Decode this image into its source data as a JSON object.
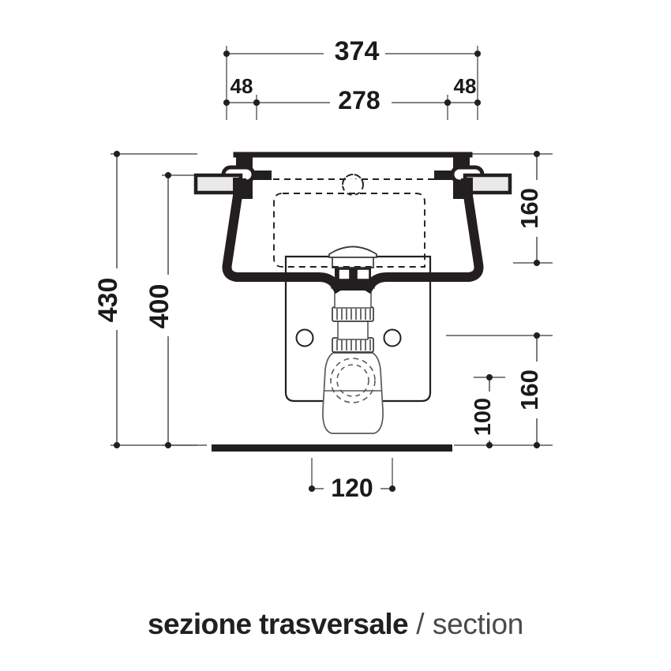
{
  "drawing": {
    "type": "technical-section-drawing",
    "subject": "washbasin cross section with waste trap",
    "units": "mm",
    "line_color": "#231f20",
    "thin_line_color": "#58595b",
    "fill_color": "#ffffff",
    "tab_fill_color": "#e6e6e6",
    "caption": {
      "italian": "sezione trasversale",
      "separator": "/",
      "english": "section"
    },
    "dimensions": {
      "top": [
        {
          "name": "overall-width",
          "value": "374",
          "orientation": "horizontal"
        },
        {
          "name": "left-offset",
          "value": "48",
          "orientation": "horizontal"
        },
        {
          "name": "inner-width",
          "value": "278",
          "orientation": "horizontal"
        },
        {
          "name": "right-offset",
          "value": "48",
          "orientation": "horizontal"
        }
      ],
      "left": [
        {
          "name": "total-height",
          "value": "430",
          "orientation": "vertical"
        },
        {
          "name": "basin-height",
          "value": "400",
          "orientation": "vertical"
        }
      ],
      "right": [
        {
          "name": "upper-height",
          "value": "160",
          "orientation": "vertical"
        },
        {
          "name": "lower-height",
          "value": "160",
          "orientation": "vertical"
        },
        {
          "name": "trap-offset",
          "value": "100",
          "orientation": "vertical"
        }
      ],
      "bottom": [
        {
          "name": "base-width",
          "value": "120",
          "orientation": "horizontal"
        }
      ]
    }
  }
}
